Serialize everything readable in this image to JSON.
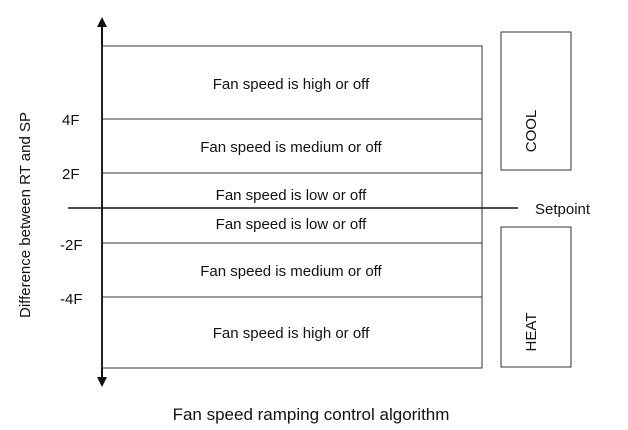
{
  "axis": {
    "title": "Difference between RT and SP"
  },
  "ticks": [
    "4F",
    "2F",
    "-2F",
    "-4F"
  ],
  "bands": [
    "Fan speed is high or off",
    "Fan speed is medium or off",
    "Fan speed is low or off",
    "Fan speed is low or off",
    "Fan speed is medium or off",
    "Fan speed is high or off"
  ],
  "setpoint_label": "Setpoint",
  "modes": {
    "cool": "COOL",
    "heat": "HEAT"
  },
  "caption": "Fan speed ramping control algorithm"
}
